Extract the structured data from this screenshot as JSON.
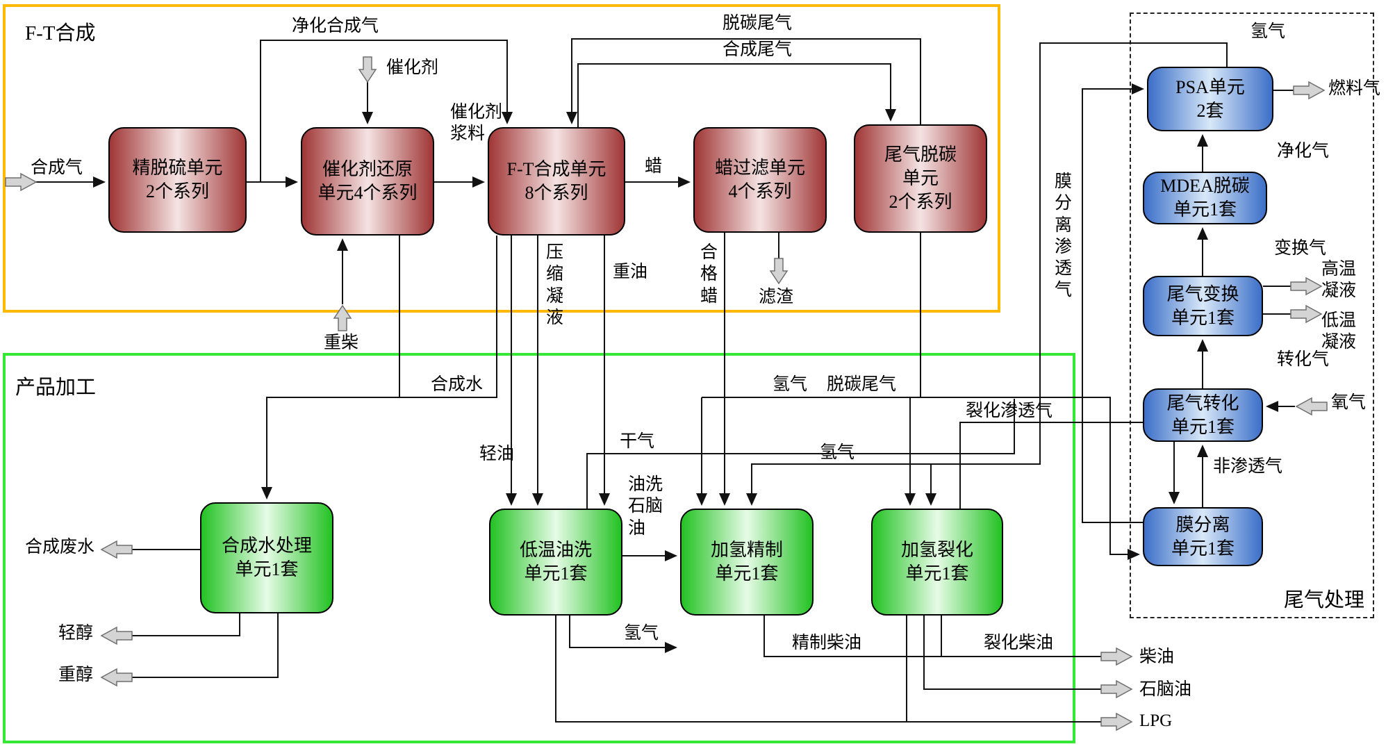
{
  "sections": {
    "ft": {
      "title": "F-T合成",
      "units": [
        {
          "label": "精脱硫单元\n2个系列"
        },
        {
          "label": "催化剂还原\n单元4个系列"
        },
        {
          "label": "F-T合成单元\n8个系列"
        },
        {
          "label": "蜡过滤单元\n4个系列"
        },
        {
          "label": "尾气脱碳\n单元\n2个系列"
        }
      ]
    },
    "product": {
      "title": "产品加工",
      "units": [
        {
          "label": "合成水处理\n单元1套"
        },
        {
          "label": "低温油洗\n单元1套"
        },
        {
          "label": "加氢精制\n单元1套"
        },
        {
          "label": "加氢裂化\n单元1套"
        }
      ]
    },
    "tailgas": {
      "title": "尾气处理",
      "units": [
        {
          "label": "PSA单元\n2套"
        },
        {
          "label": "MDEA脱碳\n单元1套"
        },
        {
          "label": "尾气变换\n单元1套"
        },
        {
          "label": "尾气转化\n单元1套"
        },
        {
          "label": "膜分离\n单元1套"
        }
      ]
    }
  },
  "labels": {
    "syngas_in": "合成气",
    "purified_syngas": "净化合成气",
    "catalyst": "催化剂",
    "catalyst_slurry": "催化剂\n浆料",
    "wax": "蜡",
    "decarb_tailgas_top": "脱碳尾气",
    "syn_tailgas": "合成尾气",
    "heavy_diesel": "重柴",
    "compressed_condensate": "压\n缩\n凝\n液",
    "heavy_oil": "重油",
    "qualified_wax": "合\n格\n蜡",
    "filter_residue": "滤渣",
    "membrane_permeate": "膜\n分\n离\n渗\n透\n气",
    "syn_water": "合成水",
    "hydrogen_mid": "氢气",
    "decarb_tailgas_mid": "脱碳尾气",
    "cracking_permeate": "裂化渗透气",
    "light_oil": "轻油",
    "dry_gas": "干气",
    "hydrogen_dist": "氢气",
    "oilwash_naphtha": "油洗\n石脑\n油",
    "hydrogen_oilwash": "氢气",
    "syn_wastewater": "合成废水",
    "light_alcohol": "轻醇",
    "heavy_alcohol": "重醇",
    "refined_diesel": "精制柴油",
    "cracked_diesel": "裂化柴油",
    "diesel_out": "柴油",
    "naphtha_out": "石脑油",
    "lpg_out": "LPG",
    "hydrogen_top": "氢气",
    "fuel_gas": "燃料气",
    "purified_gas": "净化气",
    "shift_gas": "变换气",
    "ht_condensate": "高温\n凝液",
    "lt_condensate": "低温\n凝液",
    "conversion_gas": "转化气",
    "oxygen": "氧气",
    "non_permeate": "非渗透气"
  },
  "colors": {
    "red_edge": "#A03636",
    "red_center": "#F5E3E3",
    "green_edge": "#23C223",
    "green_center": "#E6FBE6",
    "blue_edge": "#3C6FC8",
    "blue_center": "#D8E8F8",
    "ft_border": "#FFB900",
    "product_border": "#35E835"
  }
}
